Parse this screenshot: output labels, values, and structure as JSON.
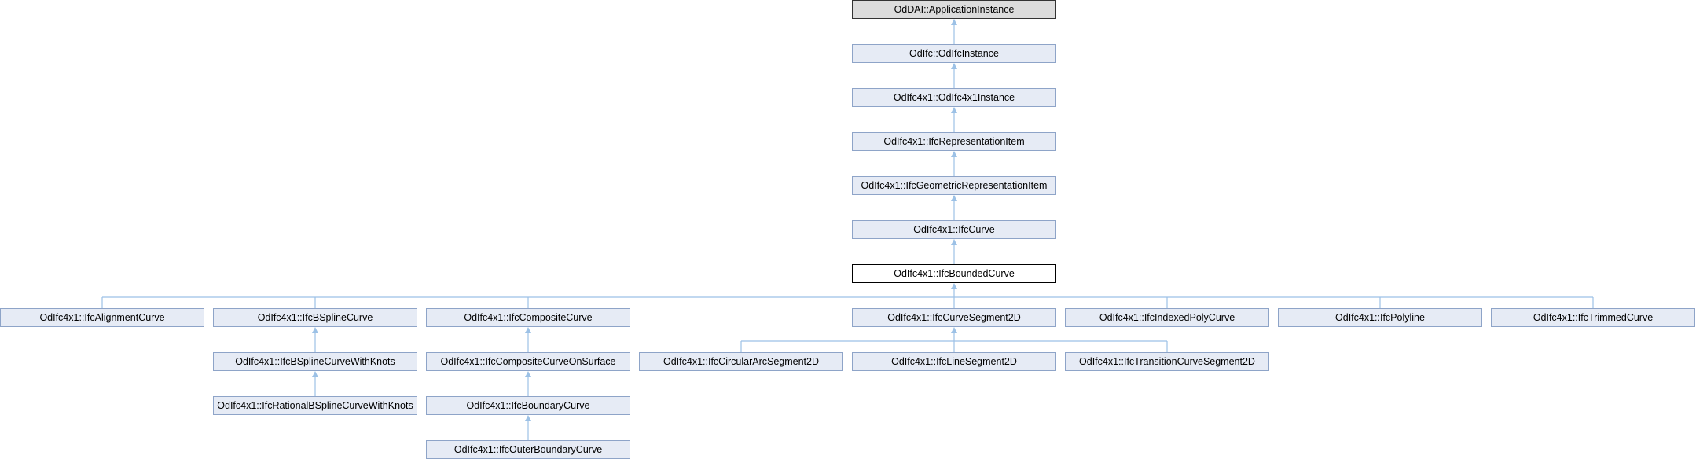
{
  "diagram": {
    "nodes": {
      "application_instance": "OdDAI::ApplicationInstance",
      "odifc_instance": "OdIfc::OdIfcInstance",
      "odifc4x1_instance": "OdIfc4x1::OdIfc4x1Instance",
      "representation_item": "OdIfc4x1::IfcRepresentationItem",
      "geometric_representation_item": "OdIfc4x1::IfcGeometricRepresentationItem",
      "curve": "OdIfc4x1::IfcCurve",
      "bounded_curve": "OdIfc4x1::IfcBoundedCurve",
      "alignment_curve": "OdIfc4x1::IfcAlignmentCurve",
      "bspline_curve": "OdIfc4x1::IfcBSplineCurve",
      "composite_curve": "OdIfc4x1::IfcCompositeCurve",
      "curve_segment_2d": "OdIfc4x1::IfcCurveSegment2D",
      "indexed_poly_curve": "OdIfc4x1::IfcIndexedPolyCurve",
      "polyline": "OdIfc4x1::IfcPolyline",
      "trimmed_curve": "OdIfc4x1::IfcTrimmedCurve",
      "bspline_curve_with_knots": "OdIfc4x1::IfcBSplineCurveWithKnots",
      "composite_curve_on_surface": "OdIfc4x1::IfcCompositeCurveOnSurface",
      "circular_arc_segment_2d": "OdIfc4x1::IfcCircularArcSegment2D",
      "line_segment_2d": "OdIfc4x1::IfcLineSegment2D",
      "transition_curve_segment_2d": "OdIfc4x1::IfcTransitionCurveSegment2D",
      "rational_bspline_curve_with_knots": "OdIfc4x1::IfcRationalBSplineCurveWithKnots",
      "boundary_curve": "OdIfc4x1::IfcBoundaryCurve",
      "outer_boundary_curve": "OdIfc4x1::IfcOuterBoundaryCurve"
    },
    "colors": {
      "node_fill": "#e6ebf5",
      "node_border": "#8ea4c8",
      "root_fill": "#dcdcdc",
      "current_border": "#000000",
      "edge": "#9cc1e6"
    }
  }
}
